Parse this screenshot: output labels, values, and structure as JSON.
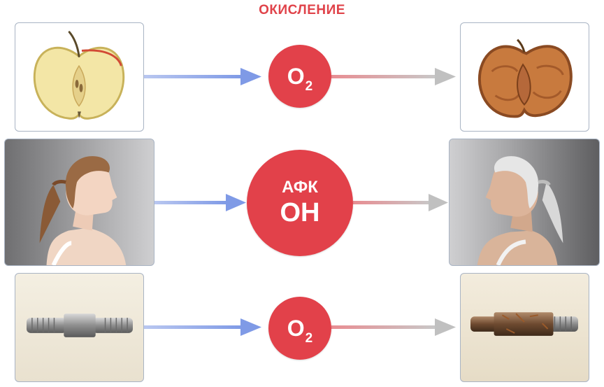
{
  "title": "ОКИСЛЕНИЕ",
  "rows": [
    {
      "before": "fresh-apple-half-image",
      "after": "dried-oxidized-apple-image",
      "agent": {
        "base": "O",
        "subscript": "2"
      }
    },
    {
      "before": "young-woman-profile-image",
      "after": "elderly-woman-profile-image",
      "agent": {
        "line1": "АФК",
        "line2": "ОН"
      }
    },
    {
      "before": "clean-metal-pipe-fitting-image",
      "after": "rusted-metal-pipe-fitting-image",
      "agent": {
        "base": "O",
        "subscript": "2"
      }
    }
  ],
  "colors": {
    "accent": "#e2414a",
    "title": "#e0434a",
    "arrow_in": "#8fa8ea",
    "arrow_out": "#c7c7c7",
    "card_border": "#a9b4c4"
  }
}
